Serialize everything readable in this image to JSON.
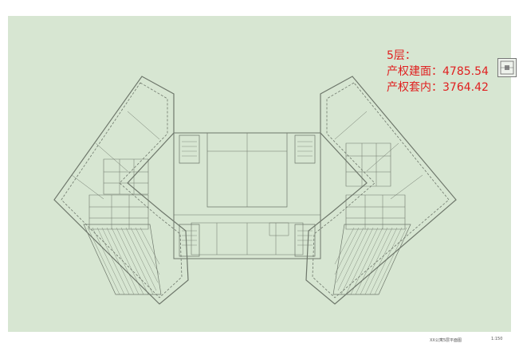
{
  "area_info": {
    "floor_label": "5层：",
    "property_area_label": "产权建面：4785.54",
    "inner_area_label": "产权套内：3764.42"
  },
  "plan": {
    "caption": "XX公寓5层平面图",
    "scale_label": "1:150",
    "background_color": "#d7e6d2",
    "text_color": "#e02020"
  }
}
